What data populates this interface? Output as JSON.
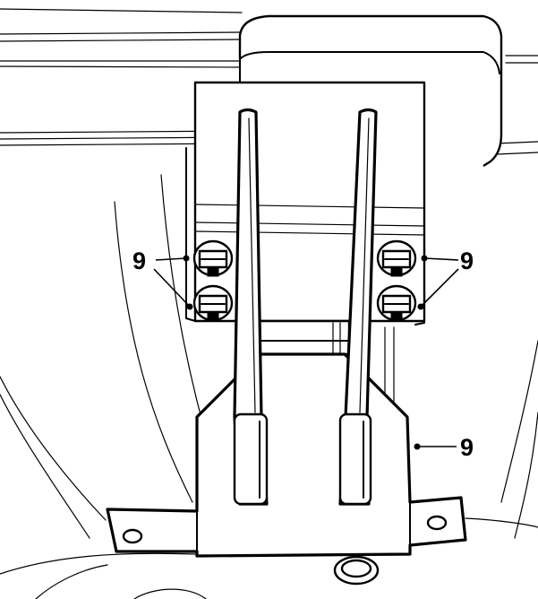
{
  "callouts": {
    "left": "9",
    "right": "9",
    "lower_right": "9"
  }
}
